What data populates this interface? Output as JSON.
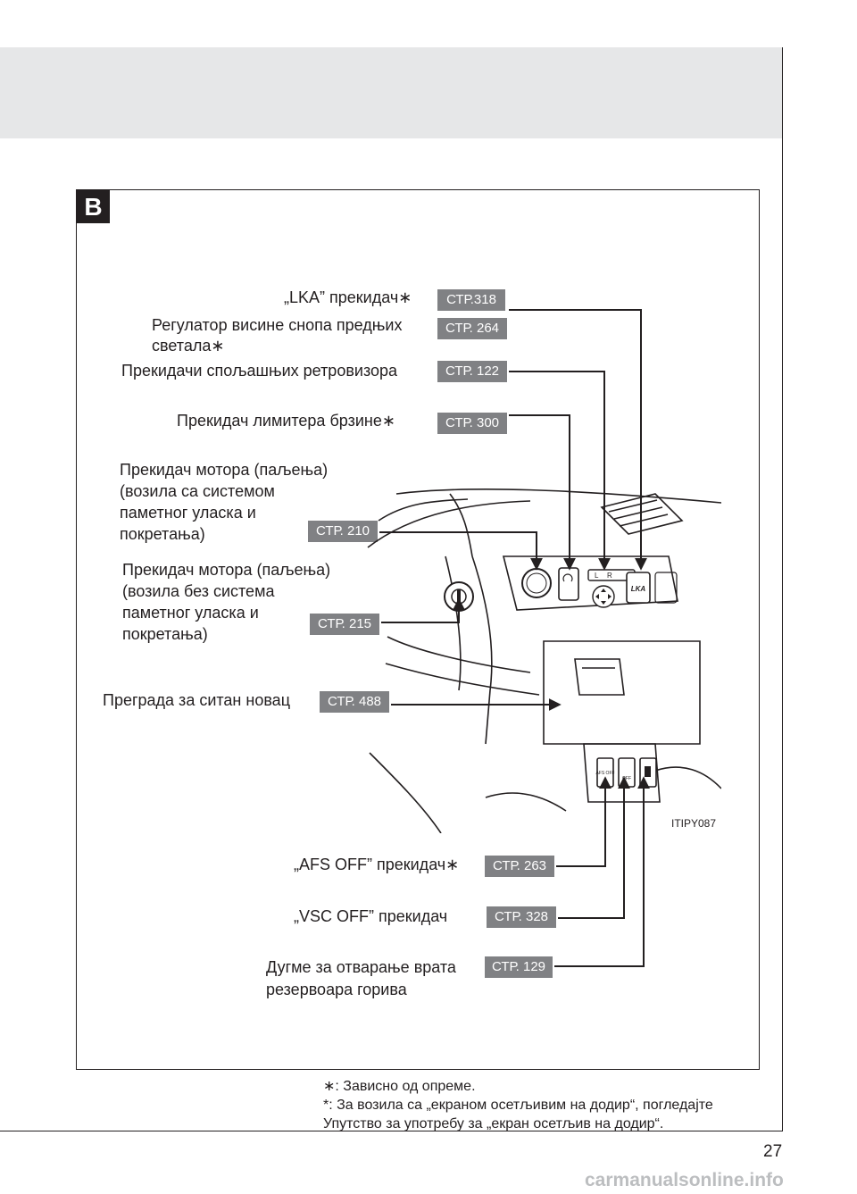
{
  "section_badge": "B",
  "labels": {
    "lka": "„LKA” прекидач∗",
    "headlight_1": "Регулатор висине снопа предњих",
    "headlight_2": "светала∗",
    "mirrors": "Прекидачи спољашњих ретровизора",
    "speed_limiter": "Прекидач лимитера брзине∗",
    "engine_smart_1": "Прекидач мотора (паљења)",
    "engine_smart_2": "(возила са системом",
    "engine_smart_3": "паметног уласка и",
    "engine_smart_4": "покретања)",
    "engine_nosmart_1": "Прекидач мотора (паљења)",
    "engine_nosmart_2": "(возила без система",
    "engine_nosmart_3": "паметног уласка и",
    "engine_nosmart_4": "покретања)",
    "coin_box": "Преграда за ситан новац",
    "afs_off": "„AFS OFF” прекидач∗",
    "vsc_off": "„VSC OFF” прекидач",
    "fuel_door_1": "Дугме за отварање врата",
    "fuel_door_2": "резервоара горива"
  },
  "page_refs": {
    "lka": "СТР.318",
    "headlight": "СТР. 264",
    "mirrors": "СТР. 122",
    "speed_limiter": "СТР. 300",
    "engine_smart": "СТР. 210",
    "engine_nosmart": "СТР. 215",
    "coin_box": "СТР. 488",
    "afs_off": "СТР. 263",
    "vsc_off": "СТР. 328",
    "fuel_door": "СТР. 129"
  },
  "image_code": "ITIPY087",
  "photo_text": {
    "button_lka": "LKA",
    "button_afs": "AFS OFF",
    "button_vsc": "OFF",
    "mirror_l": "L",
    "mirror_r": "R"
  },
  "footnotes": {
    "line1": "∗: Зависно од опреме.",
    "line2": "*: За возила са „екраном осетљивим на додир“, погледајте",
    "line3": "Упутство за употребу за „екран осетљив на додир“."
  },
  "page_number": "27",
  "watermark": "carmanualsonline.info",
  "colors": {
    "header_band": "#e6e7e8",
    "page_ref_bg": "#808184",
    "text": "#231f20"
  }
}
